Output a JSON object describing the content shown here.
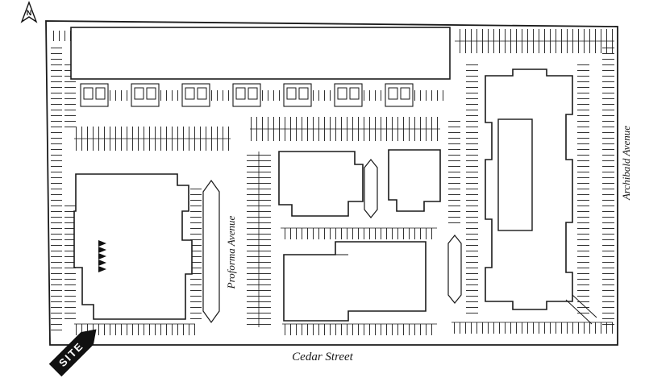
{
  "labels": {
    "north": "N",
    "site": "SITE",
    "cedar_street": "Cedar Street",
    "proforma_avenue": "Proforma Avenue",
    "archibald_avenue": "Archibald Avenue"
  },
  "colors": {
    "ink": "#1a1a1a",
    "paper": "#ffffff"
  }
}
